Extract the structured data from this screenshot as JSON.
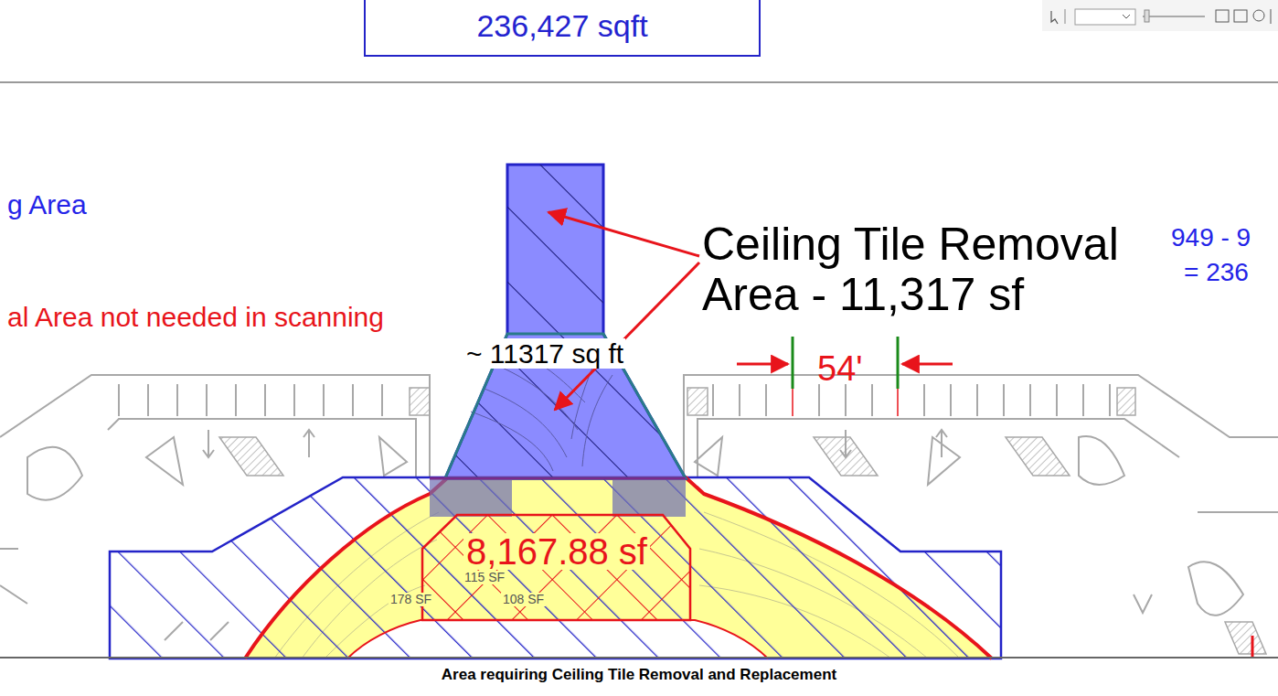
{
  "diagram": {
    "caption": "Area requiring Ceiling Tile Removal and Replacement",
    "nodes": [
      {
        "text": [
          "236,427 sqft"
        ]
      },
      {
        "text": [
          "8,167.88 sf"
        ]
      }
    ],
    "labels": [
      "g Area",
      "al Area not needed in scanning",
      "Ceiling Tile Removal Area - 11,317 sf",
      "~ 11317 sq ft",
      "54'",
      "949 - 9",
      "= 236",
      "115 SF",
      "178 SF",
      "108 SF"
    ]
  }
}
